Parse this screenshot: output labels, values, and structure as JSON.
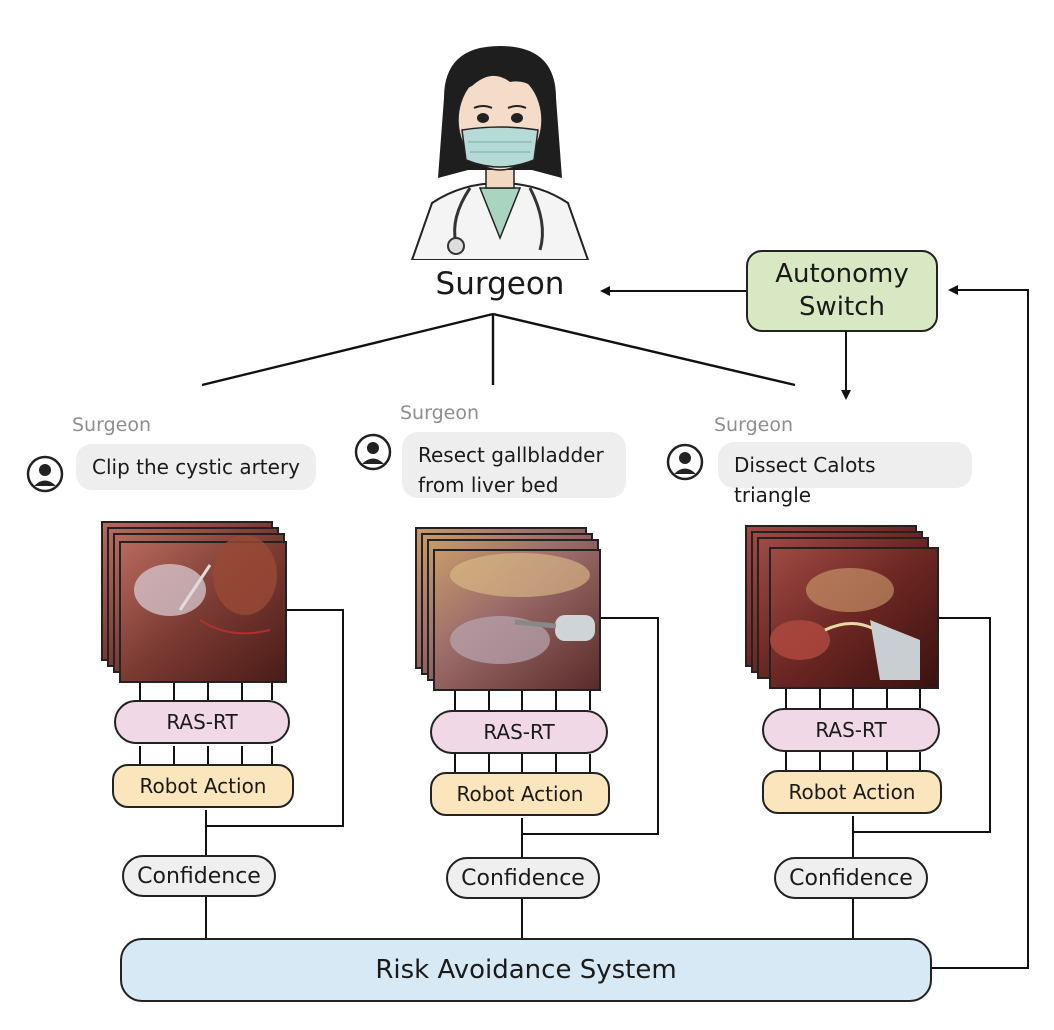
{
  "surgeon_label": "Surgeon",
  "autonomy_switch": {
    "line1": "Autonomy",
    "line2": "Switch"
  },
  "risk_avoidance": "Risk Avoidance System",
  "colors": {
    "autonomy": "#d8e8c2",
    "risk": "#d6e9f4",
    "ras_rt": "#f0d8e6",
    "robot_action": "#fbe5bc",
    "confidence": "#efefef",
    "bubble": "#eeeeee"
  },
  "columns": [
    {
      "speaker": "Surgeon",
      "command": "Clip the cystic artery",
      "model": "RAS-RT",
      "action": "Robot Action",
      "confidence": "Confidence"
    },
    {
      "speaker": "Surgeon",
      "command_line1": "Resect gallbladder",
      "command_line2": "from liver bed",
      "model": "RAS-RT",
      "action": "Robot Action",
      "confidence": "Confidence"
    },
    {
      "speaker": "Surgeon",
      "command": "Dissect Calots triangle",
      "model": "RAS-RT",
      "action": "Robot Action",
      "confidence": "Confidence"
    }
  ],
  "icons": [
    "doctor-illustration",
    "user-avatar-icon",
    "surgical-video-frames"
  ]
}
